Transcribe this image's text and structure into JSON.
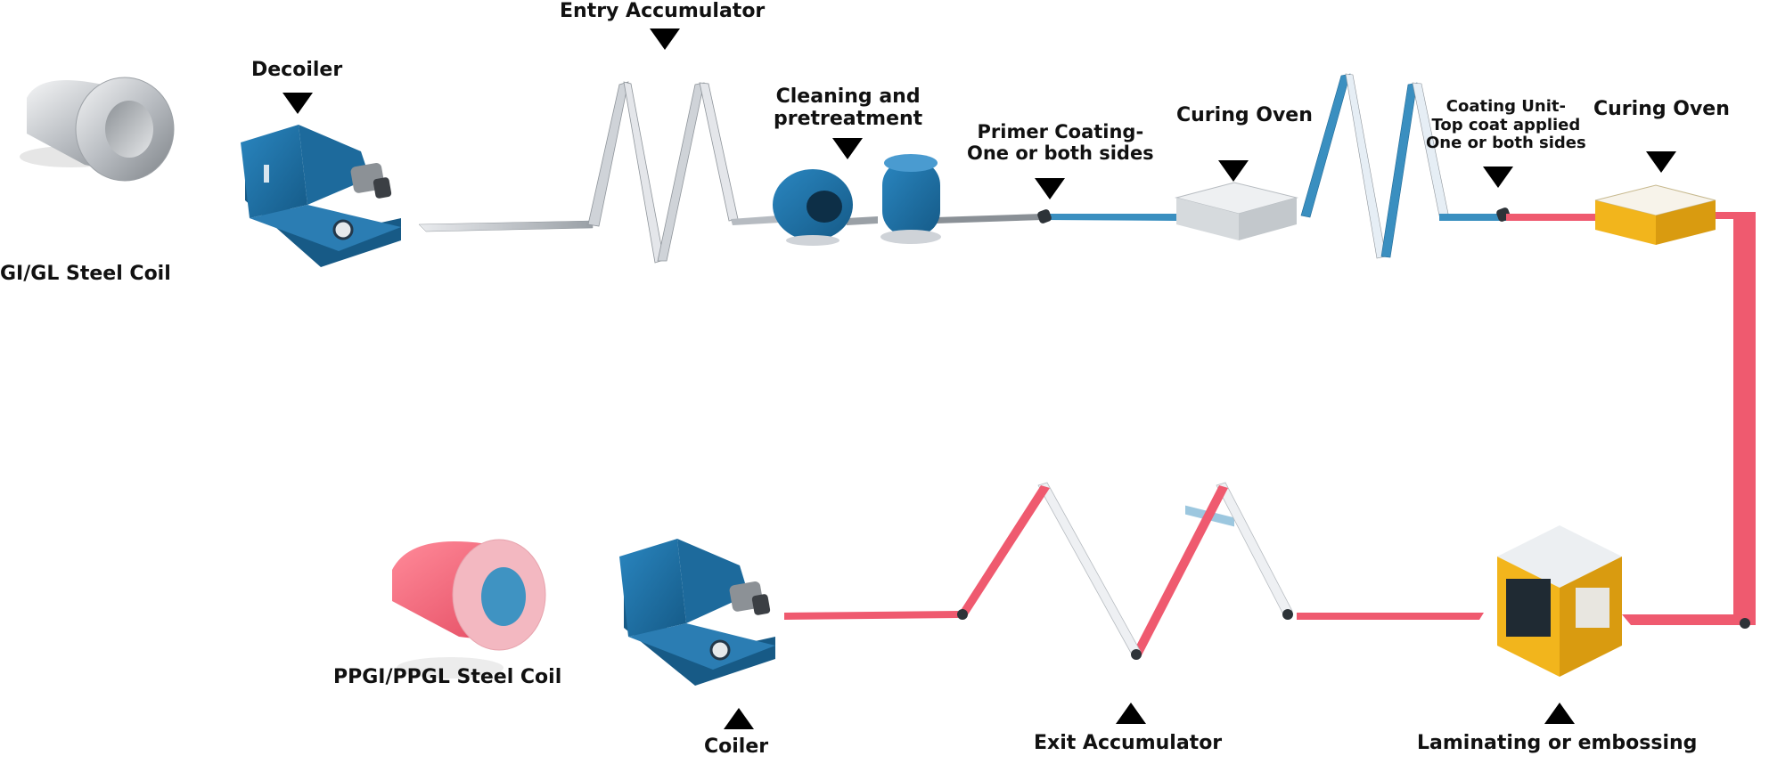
{
  "title": "",
  "colors": {
    "raw_strip": "#cfd3d8",
    "primer_strip": "#3a8fc0",
    "topcoat_strip": "#ef5a6f",
    "machine_blue": "#1e6fa4",
    "oven_yellow": "#f2b51c",
    "coil_silver": "#bfc3c7",
    "coil_red": "#f0697d"
  },
  "labels": {
    "input_coil": "GI/GL Steel Coil",
    "decoiler": "Decoiler",
    "entry_accumulator": "Entry Accumulator",
    "cleaning_line1": "Cleaning and",
    "cleaning_line2": "pretreatment",
    "primer_line1": "Primer Coating-",
    "primer_line2": "One or both sides",
    "curing_oven_1": "Curing Oven",
    "coating_line1": "Coating Unit-",
    "coating_line2": "Top coat applied",
    "coating_line3": "One or both sides",
    "curing_oven_2": "Curing Oven",
    "laminating": "Laminating or embossing",
    "exit_accumulator": "Exit Accumulator",
    "coiler": "Coiler",
    "output_coil": "PPGI/PPGL Steel Coil"
  }
}
